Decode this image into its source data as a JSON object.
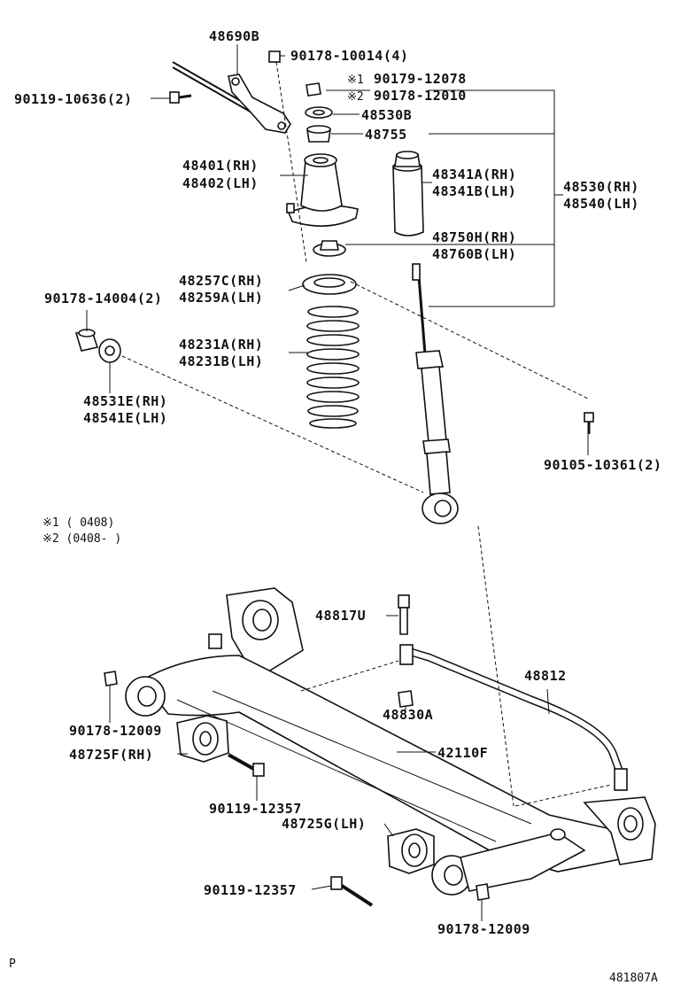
{
  "labels": {
    "l48690B": "48690B",
    "l90178_10014": "90178-10014(4)",
    "l90119_10636": "90119-10636(2)",
    "l90179_12078": "90179-12078",
    "l90178_12010": "90178-12010",
    "mark1": "※1",
    "mark2": "※2",
    "l48530B": "48530B",
    "l48755": "48755",
    "l48401": "48401(RH)",
    "l48402": "48402(LH)",
    "l48341A": "48341A(RH)",
    "l48341B": "48341B(LH)",
    "l48530": "48530(RH)",
    "l48540": "48540(LH)",
    "l48750H": "48750H(RH)",
    "l48760B": "48760B(LH)",
    "l48257C": "48257C(RH)",
    "l48259A": "48259A(LH)",
    "l90178_14004": "90178-14004(2)",
    "l48231A": "48231A(RH)",
    "l48231B": "48231B(LH)",
    "l48531E": "48531E(RH)",
    "l48541E": "48541E(LH)",
    "l90105_10361": "90105-10361(2)",
    "note1": "※1 (      0408)",
    "note2": "※2 (0408-      )",
    "l48817U": "48817U",
    "l48812": "48812",
    "l48830A": "48830A",
    "l90178_12009a": "90178-12009",
    "l48725F": "48725F(RH)",
    "l42110F": "42110F",
    "l90119_12357a": "90119-12357",
    "l48725G": "48725G(LH)",
    "l90119_12357b": "90119-12357",
    "l90178_12009b": "90178-12009",
    "cornerP": "P",
    "figId": "481807A"
  }
}
